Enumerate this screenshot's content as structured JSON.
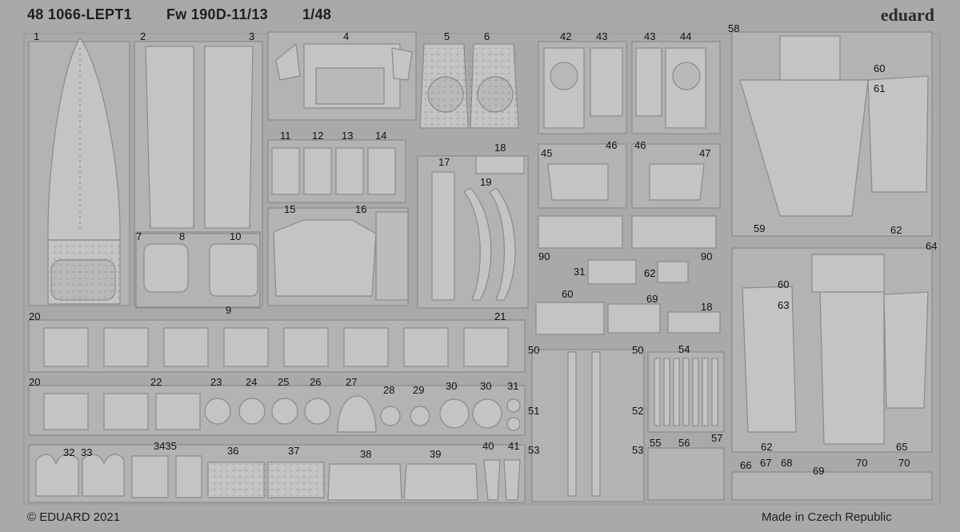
{
  "header": {
    "code": "48 1066-LEPT1",
    "title": "Fw 190D-11/13",
    "scale": "1/48",
    "brand": "eduard"
  },
  "footer": {
    "copyright": "© EDUARD 2021",
    "origin": "Made in Czech Republic"
  },
  "part_numbers": {
    "p1": "1",
    "p2": "2",
    "p3": "3",
    "p4": "4",
    "p5": "5",
    "p6": "6",
    "p7": "7",
    "p8": "8",
    "p9": "9",
    "p10": "10",
    "p11": "11",
    "p12": "12",
    "p13": "13",
    "p14": "14",
    "p15": "15",
    "p16": "16",
    "p17": "17",
    "p18": "18",
    "p19": "19",
    "p20": "20",
    "p21": "21",
    "p22": "22",
    "p23": "23",
    "p24": "24",
    "p25": "25",
    "p26": "26",
    "p27": "27",
    "p28": "28",
    "p29": "29",
    "p30": "30",
    "p31": "31",
    "p32": "32",
    "p33": "33",
    "p3435": "3435",
    "p36": "36",
    "p37": "37",
    "p38": "38",
    "p39": "39",
    "p40": "40",
    "p41": "41",
    "p42": "42",
    "p43": "43",
    "p44": "44",
    "p45": "45",
    "p46": "46",
    "p47": "47",
    "p50": "50",
    "p51": "51",
    "p52": "52",
    "p53": "53",
    "p54": "54",
    "p55": "55",
    "p56": "56",
    "p57": "57",
    "p58": "58",
    "p59": "59",
    "p60": "60",
    "p61": "61",
    "p62": "62",
    "p63": "63",
    "p64": "64",
    "p65": "65",
    "p66": "66",
    "p67": "67",
    "p68": "68",
    "p69": "69",
    "p70": "70",
    "p90": "90"
  },
  "colors": {
    "fret": "#a9aaa8",
    "part": "#c4c5c3",
    "edge": "#8a8b89",
    "ink": "#1f1f1f"
  }
}
